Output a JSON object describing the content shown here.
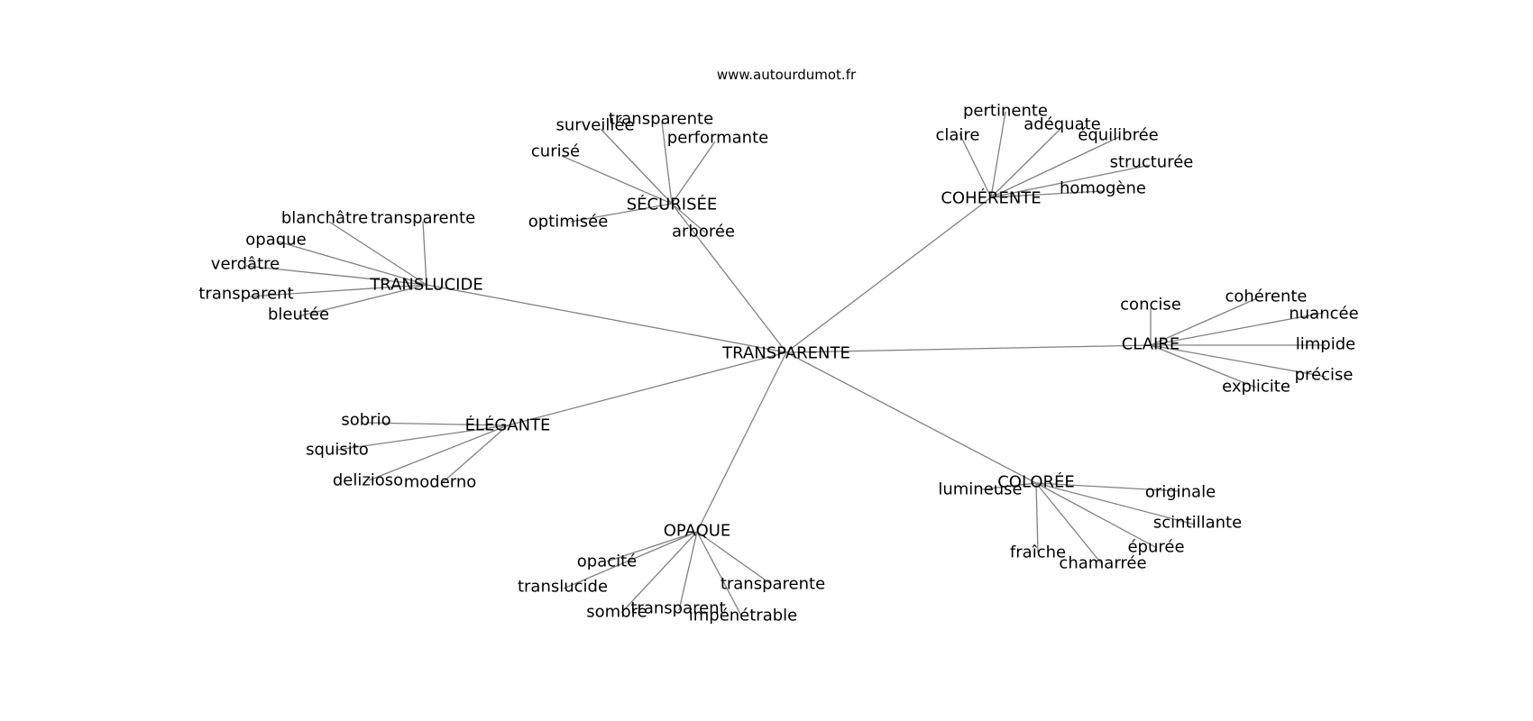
{
  "source": "www.autourdumot.fr",
  "diagram": {
    "center": "TRANSPARENTE",
    "hubs": [
      {
        "id": "securisee",
        "label": "SÉCURISÉE",
        "leaves": [
          "surveillée",
          "transparente",
          "performante",
          "curisé",
          "optimisée",
          "arborée"
        ]
      },
      {
        "id": "coherente",
        "label": "COHÉRENTE",
        "leaves": [
          "pertinente",
          "claire",
          "adéquate",
          "équilibrée",
          "structurée",
          "homogène"
        ]
      },
      {
        "id": "translucide",
        "label": "TRANSLUCIDE",
        "leaves": [
          "blanchâtre",
          "transparente",
          "opaque",
          "verdâtre",
          "transparent",
          "bleutée"
        ]
      },
      {
        "id": "claire",
        "label": "CLAIRE",
        "leaves": [
          "concise",
          "cohérente",
          "nuancée",
          "limpide",
          "précise",
          "explicite"
        ]
      },
      {
        "id": "elegante",
        "label": "ÉLÉGANTE",
        "leaves": [
          "sobrio",
          "squisito",
          "delizioso",
          "moderno"
        ]
      },
      {
        "id": "coloree",
        "label": "COLORÉE",
        "leaves": [
          "lumineuse",
          "originale",
          "scintillante",
          "épurée",
          "fraîche",
          "chamarrée"
        ]
      },
      {
        "id": "opaque",
        "label": "OPAQUE",
        "leaves": [
          "opacité",
          "translucide",
          "sombre",
          "transparent",
          "impénétrable",
          "transparente"
        ]
      }
    ]
  }
}
